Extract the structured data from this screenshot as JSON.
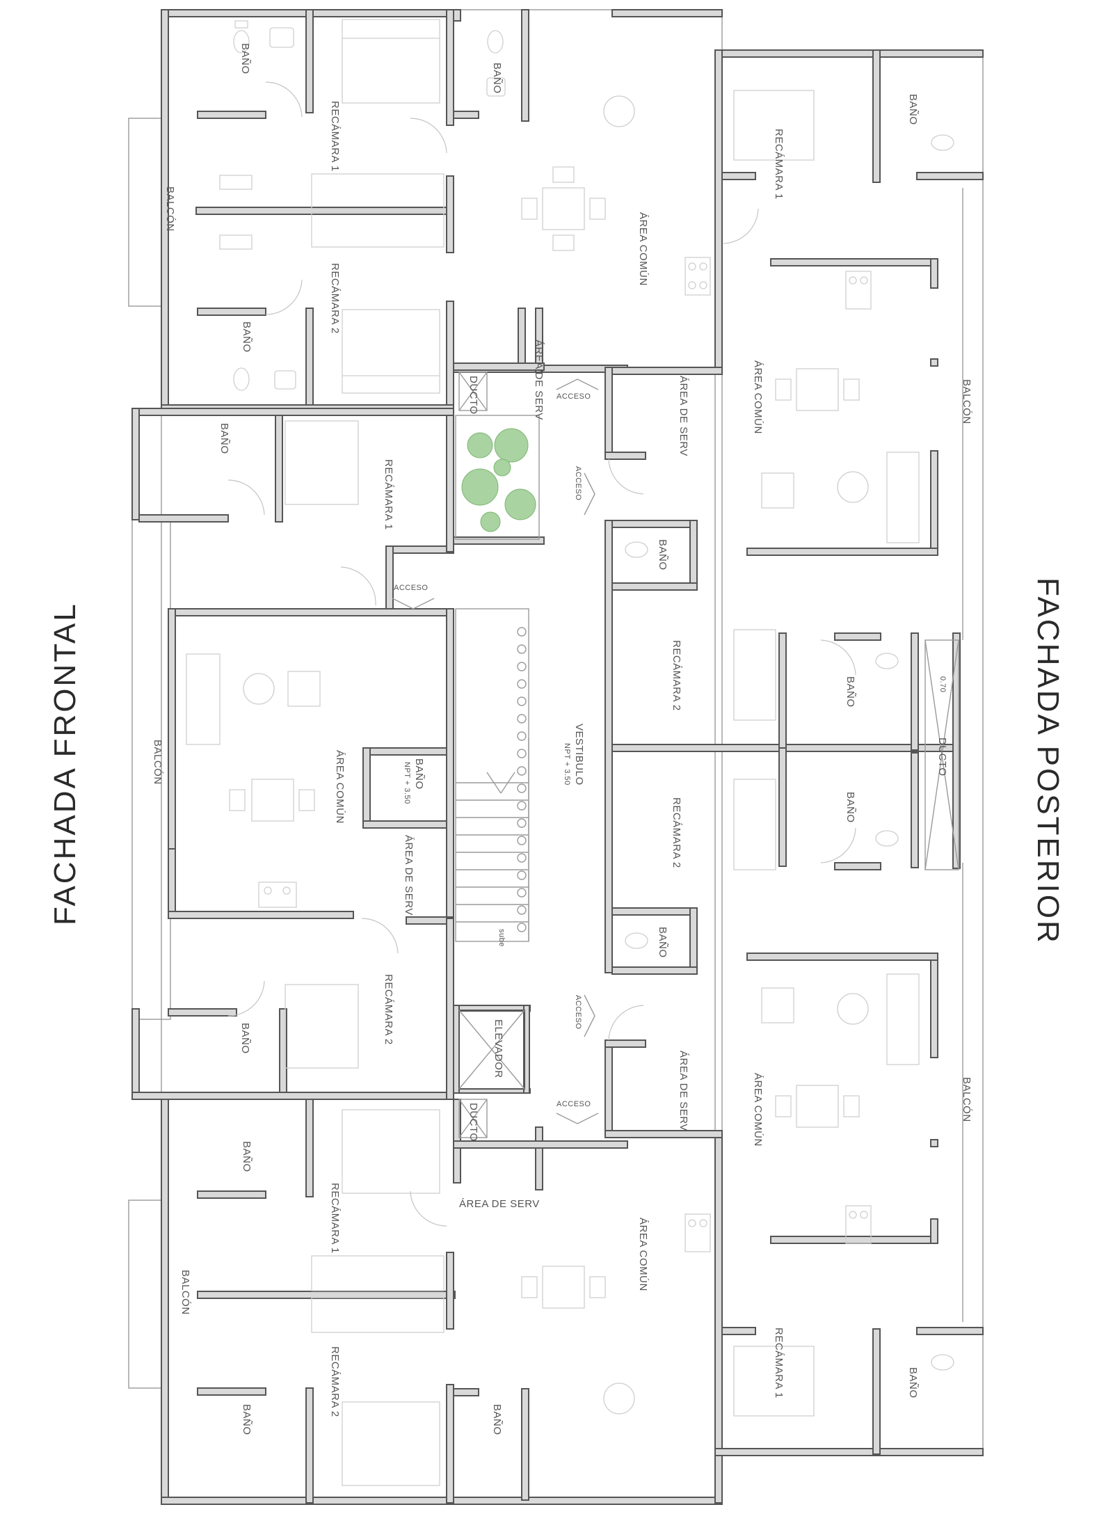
{
  "facades": {
    "front": "FACHADA FRONTAL",
    "rear": "FACHADA POSTERIOR"
  },
  "rooms": {
    "bano": "BAÑO",
    "recamara1": "RECÁMARA 1",
    "recamara2": "RECÁMARA 2",
    "balcon": "BALCÓN",
    "area_comun": "ÁREA COMÚN",
    "area_serv": "ÁREA DE SERV",
    "ducto": "DUCTO",
    "acceso": "ACCESO",
    "vestibulo": "VESTIBULO",
    "npt": "NPT + 3.50",
    "elevador": "ELEVADOR",
    "sube": "sube",
    "ducto_dim": "0.70"
  },
  "colors": {
    "wall_fill": "#d9d9d9",
    "wall_stroke": "#555555",
    "garden": "#a9d3a0"
  },
  "icons": [
    "toilet-icon",
    "sink-icon",
    "bed-icon",
    "table-icon",
    "stove-icon",
    "plant-icon",
    "elevator-icon",
    "stair-icon"
  ]
}
